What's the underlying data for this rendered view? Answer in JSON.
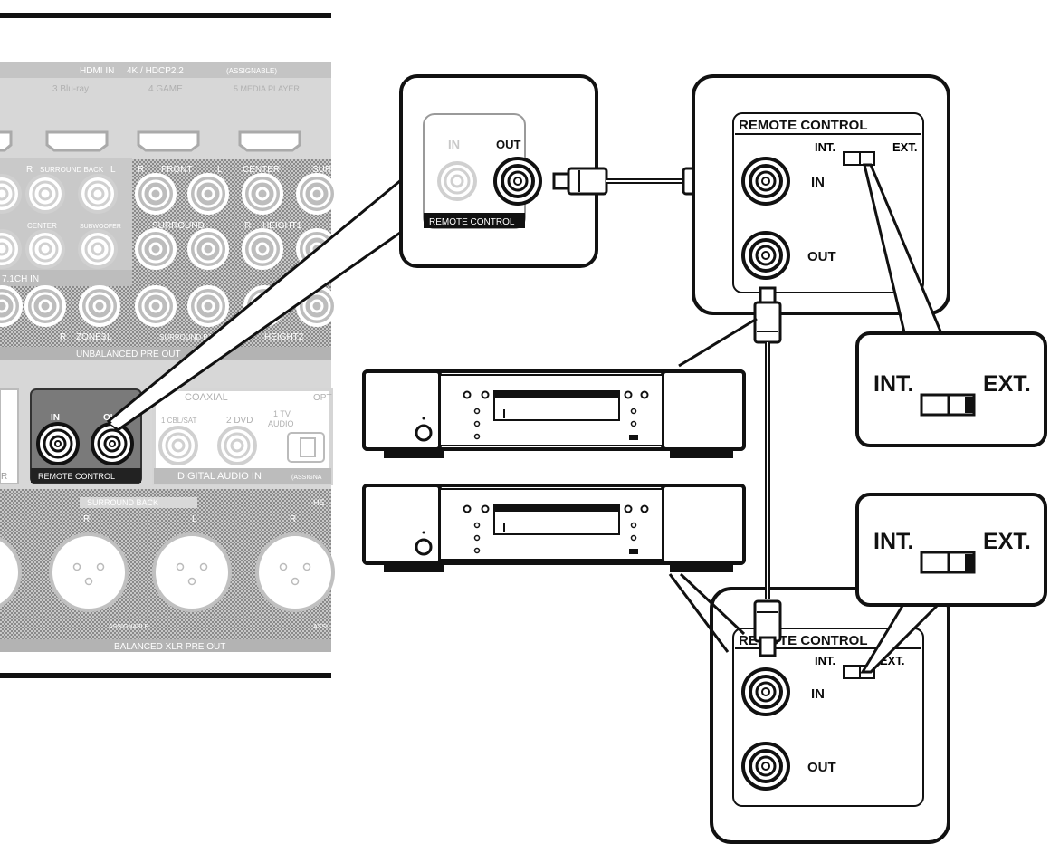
{
  "receiver": {
    "hdmi_header": "HDMI IN",
    "hdmi_spec": "4K / HDCP2.2",
    "hdmi_assign": "(ASSIGNABLE)",
    "hdmi_inputs": [
      "3 Blu-ray",
      "4 GAME",
      "5 MEDIA PLAYER"
    ],
    "ch_labels": [
      "SURROUND BACK",
      "FRONT",
      "CENTER",
      "SUR"
    ],
    "ch_labels2": [
      "CENTER",
      "SUBWOOFER",
      "SURROUND",
      "HEIGHT1"
    ],
    "r_marker": "R",
    "l_marker": "L",
    "ch7_label": "7.1CH IN",
    "zone3": "ZONE3",
    "surround_back2": "SURROUND BACK",
    "height2": "HEIGHT2",
    "unbalanced": "UNBALANCED PRE OUT",
    "rc_in": "IN",
    "rc_out": "OUT",
    "rc_label": "REMOTE CONTROL",
    "r_side_label": "R",
    "coaxial": "COAXIAL",
    "opt": "OPT",
    "coax_inputs": [
      "1 CBL/SAT",
      "2 DVD",
      "1 TV",
      "AUDIO"
    ],
    "digital_audio_in": "DIGITAL AUDIO IN",
    "assignable_short": "(ASSIGNA",
    "xlr_surround_back": "SURROUND BACK",
    "xlr_he": "HE",
    "assignable": "ASSIGNABLE",
    "assi": "ASSI",
    "balanced": "BALANCED XLR PRE OUT"
  },
  "zoom_receiver": {
    "in": "IN",
    "out": "OUT",
    "label": "REMOTE CONTROL"
  },
  "device1_panel": {
    "title": "REMOTE CONTROL",
    "int": "INT.",
    "ext": "EXT.",
    "in": "IN",
    "out": "OUT"
  },
  "device2_panel": {
    "title": "REMOTE CONTROL",
    "int": "INT.",
    "ext": "EXT.",
    "in": "IN",
    "out": "OUT"
  },
  "switch_zoom1": {
    "int": "INT.",
    "ext": "EXT.",
    "position": "EXT."
  },
  "switch_zoom2": {
    "int": "INT.",
    "ext": "EXT.",
    "position": "EXT."
  }
}
